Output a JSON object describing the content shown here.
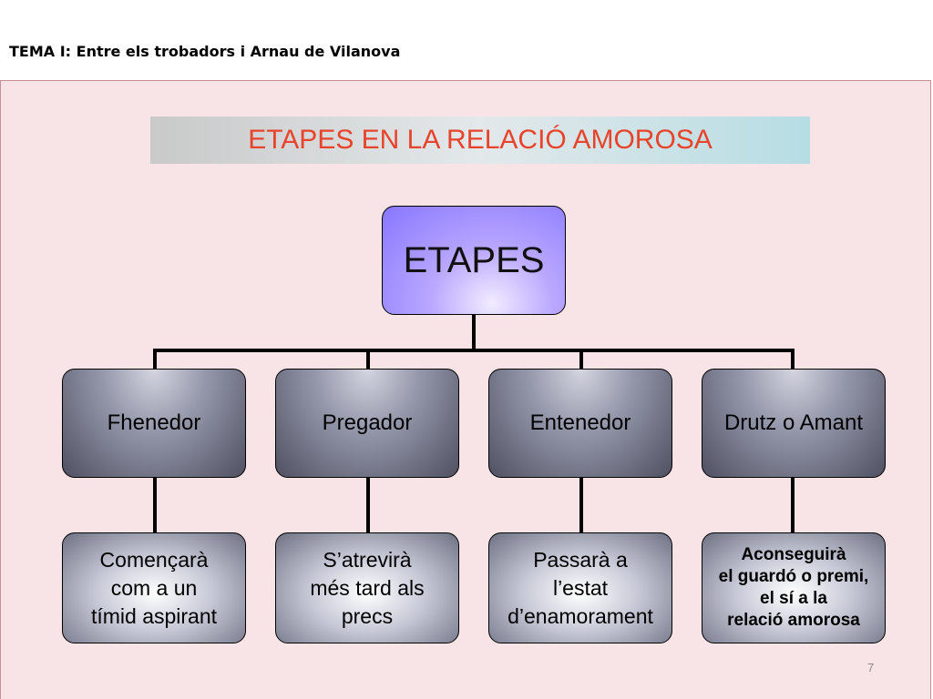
{
  "header": {
    "title": "TEMA I:  Entre els trobadors i Arnau de Vilanova"
  },
  "diagram": {
    "title": "ETAPES EN LA RELACIÓ AMOROSA",
    "root": "ETAPES",
    "stages": [
      {
        "label": "Fhenedor",
        "description": "Començarà\ncom a un\ntímid aspirant",
        "bold": false
      },
      {
        "label": "Pregador",
        "description": "S’atrevirà\nmés tard als\nprecs",
        "bold": false
      },
      {
        "label": "Entenedor",
        "description": "Passarà a\nl’estat\nd’enamorament",
        "bold": false
      },
      {
        "label": "Drutz o Amant",
        "description": "Aconseguirà\nel guardó o premi,\nel sí a la\nrelació amorosa",
        "bold": true
      }
    ]
  },
  "footer": {
    "page_number": "7"
  }
}
